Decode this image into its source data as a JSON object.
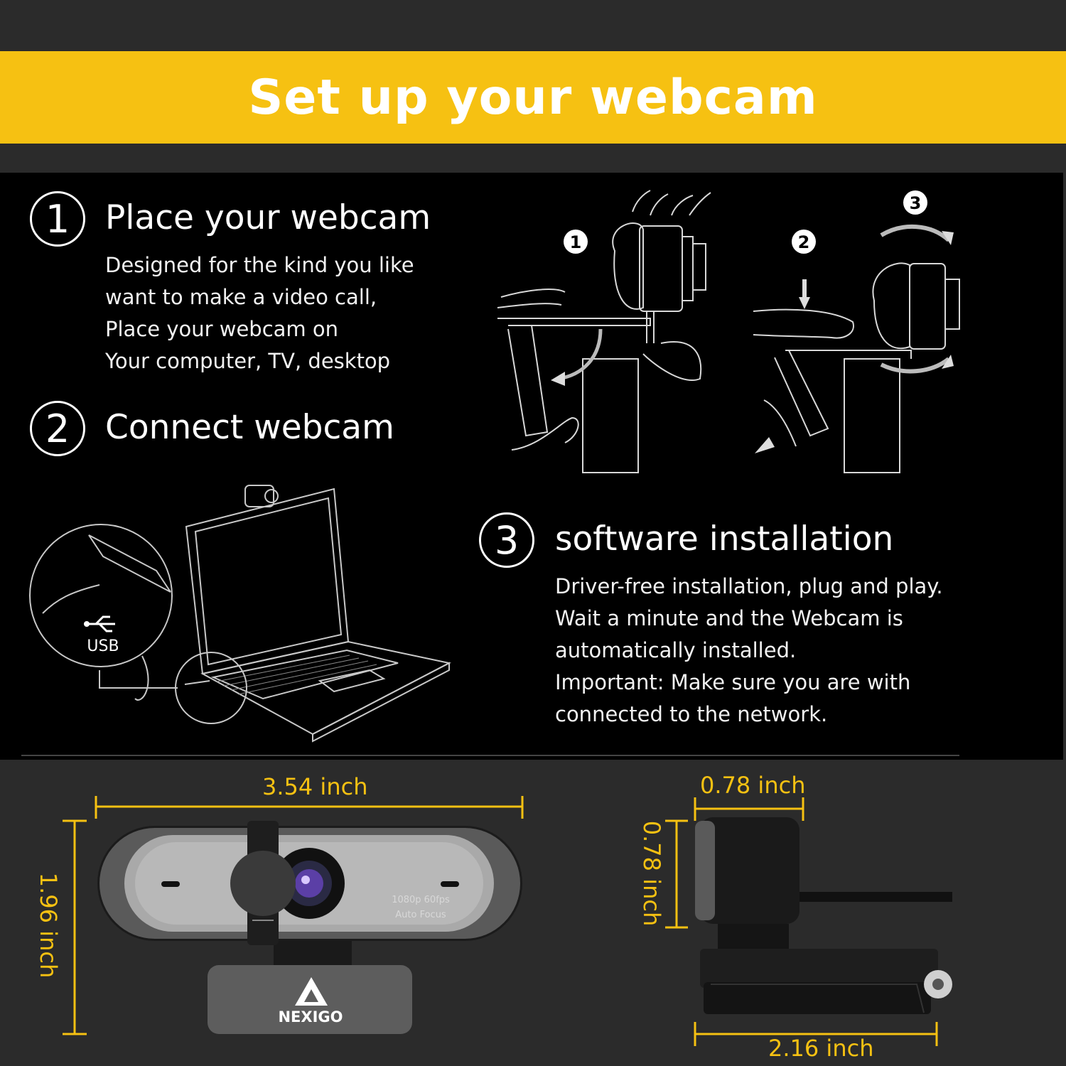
{
  "header": {
    "title": "Set up your webcam"
  },
  "steps": [
    {
      "number": "1",
      "title": "Place your webcam",
      "lines": [
        "Designed for the kind you like",
        "want to make a video call,",
        "Place your webcam on",
        "Your computer, TV, desktop"
      ]
    },
    {
      "number": "2",
      "title": "Connect webcam",
      "lines": []
    },
    {
      "number": "3",
      "title": "software installation",
      "lines": [
        "Driver-free installation, plug and play.",
        "Wait a minute and the Webcam is",
        "automatically installed.",
        "Important: Make sure you are with",
        "connected to the network."
      ]
    }
  ],
  "diagram_markers": {
    "m1": "1",
    "m2": "2",
    "m3": "3"
  },
  "usb_label": "USB",
  "product": {
    "brand": "NEXIGO",
    "lens_text_1": "1080p 60fps",
    "lens_text_2": "Auto Focus"
  },
  "dimensions": {
    "front_width": "3.54 inch",
    "front_height": "1.96 inch",
    "side_top": "0.78 inch",
    "side_height": "0.78 inch",
    "side_bottom": "2.16 inch"
  },
  "colors": {
    "accent": "#f6c112",
    "background": "#2b2b2b",
    "panel": "#000000"
  }
}
